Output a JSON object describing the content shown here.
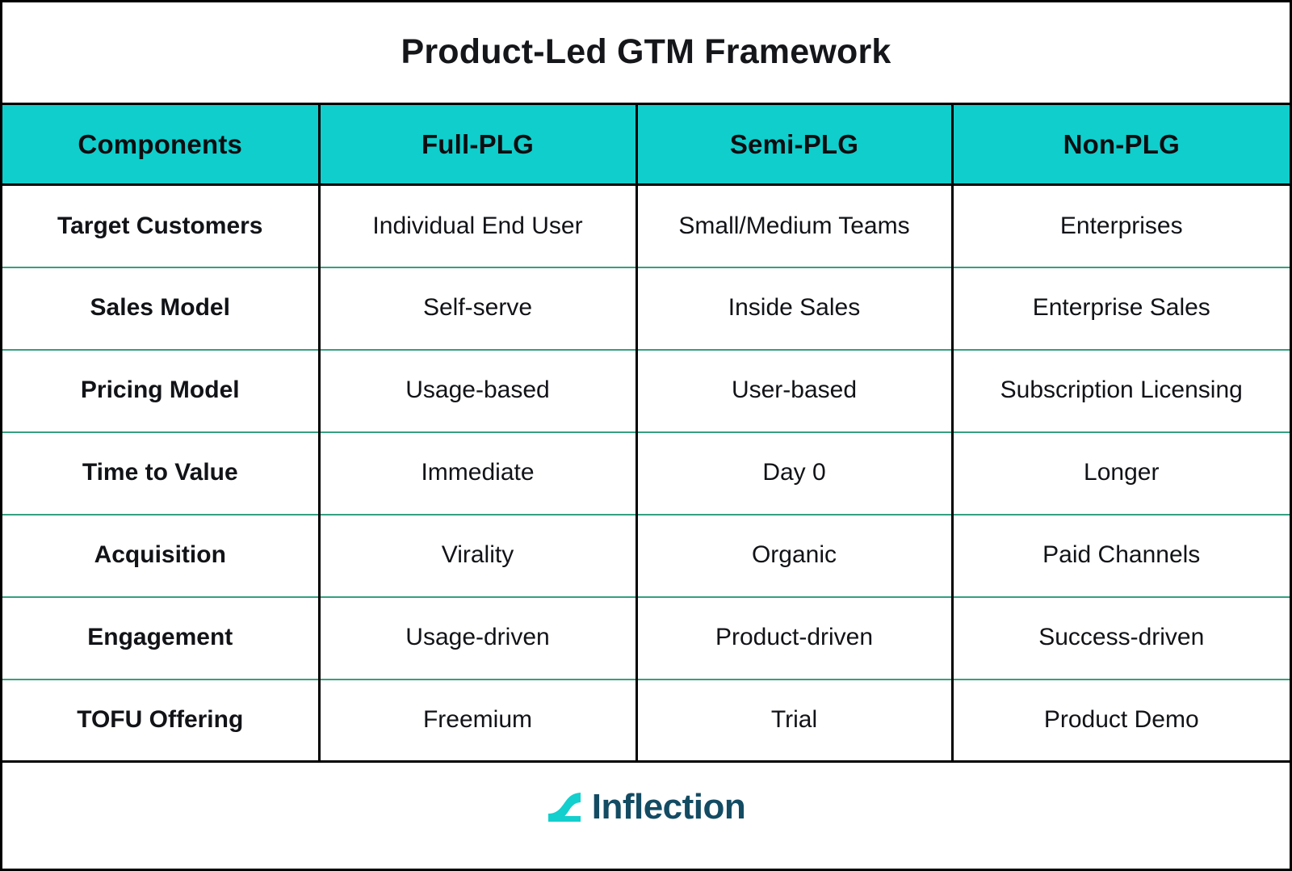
{
  "page": {
    "title": "Product-Led GTM Framework",
    "accent_teal": "#10cecc",
    "row_divider_green": "#35a07f",
    "border_black": "#000000",
    "logo_navy": "#134b63"
  },
  "table": {
    "columns": [
      "Components",
      "Full-PLG",
      "Semi-PLG",
      "Non-PLG"
    ],
    "rows": [
      {
        "component": "Target Customers",
        "full_plg": "Individual End User",
        "semi_plg": "Small/Medium Teams",
        "non_plg": "Enterprises"
      },
      {
        "component": "Sales Model",
        "full_plg": "Self-serve",
        "semi_plg": "Inside Sales",
        "non_plg": "Enterprise Sales"
      },
      {
        "component": "Pricing Model",
        "full_plg": "Usage-based",
        "semi_plg": "User-based",
        "non_plg": "Subscription Licensing"
      },
      {
        "component": "Time to Value",
        "full_plg": "Immediate",
        "semi_plg": "Day 0",
        "non_plg": "Longer"
      },
      {
        "component": "Acquisition",
        "full_plg": "Virality",
        "semi_plg": "Organic",
        "non_plg": "Paid Channels"
      },
      {
        "component": "Engagement",
        "full_plg": "Usage-driven",
        "semi_plg": "Product-driven",
        "non_plg": "Success-driven"
      },
      {
        "component": "TOFU Offering",
        "full_plg": "Freemium",
        "semi_plg": "Trial",
        "non_plg": "Product Demo"
      }
    ]
  },
  "footer": {
    "brand_name": "Inflection",
    "logo_icon": "inflection-slope-mark-icon"
  }
}
